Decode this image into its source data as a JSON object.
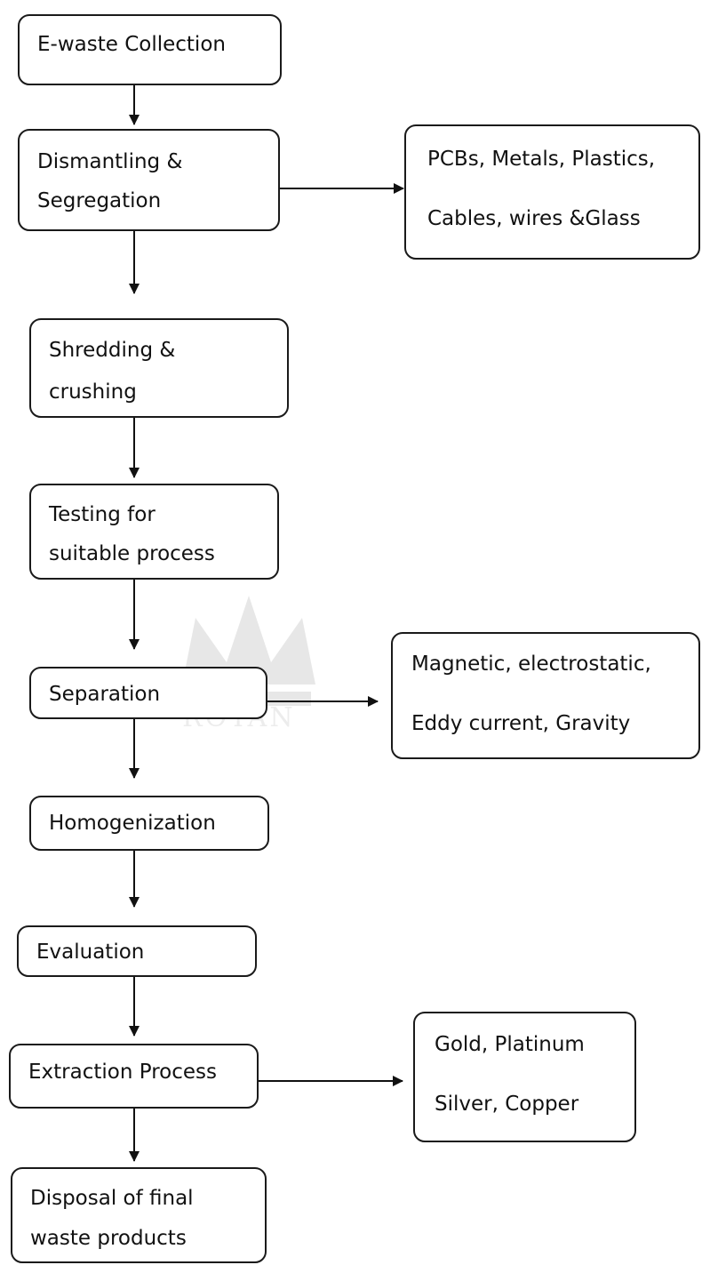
{
  "steps": [
    {
      "lines": [
        "E-waste Collection"
      ]
    },
    {
      "lines": [
        "Dismantling &",
        "Segregation"
      ]
    },
    {
      "lines": [
        "Shredding &",
        "crushing"
      ]
    },
    {
      "lines": [
        "Testing for",
        "suitable process"
      ]
    },
    {
      "lines": [
        "Separation"
      ]
    },
    {
      "lines": [
        "Homogenization"
      ]
    },
    {
      "lines": [
        "Evaluation"
      ]
    },
    {
      "lines": [
        "Extraction Process"
      ]
    },
    {
      "lines": [
        "Disposal of final",
        "waste products"
      ]
    }
  ],
  "outputs": [
    {
      "lines": [
        "PCBs, Metals, Plastics,",
        "Cables, wires &Glass"
      ]
    },
    {
      "lines": [
        "Magnetic, electrostatic,",
        "Eddy current, Gravity"
      ]
    },
    {
      "lines": [
        "Gold, Platinum",
        "Silver, Copper"
      ]
    }
  ],
  "watermark": {
    "text": "ROYAN"
  }
}
